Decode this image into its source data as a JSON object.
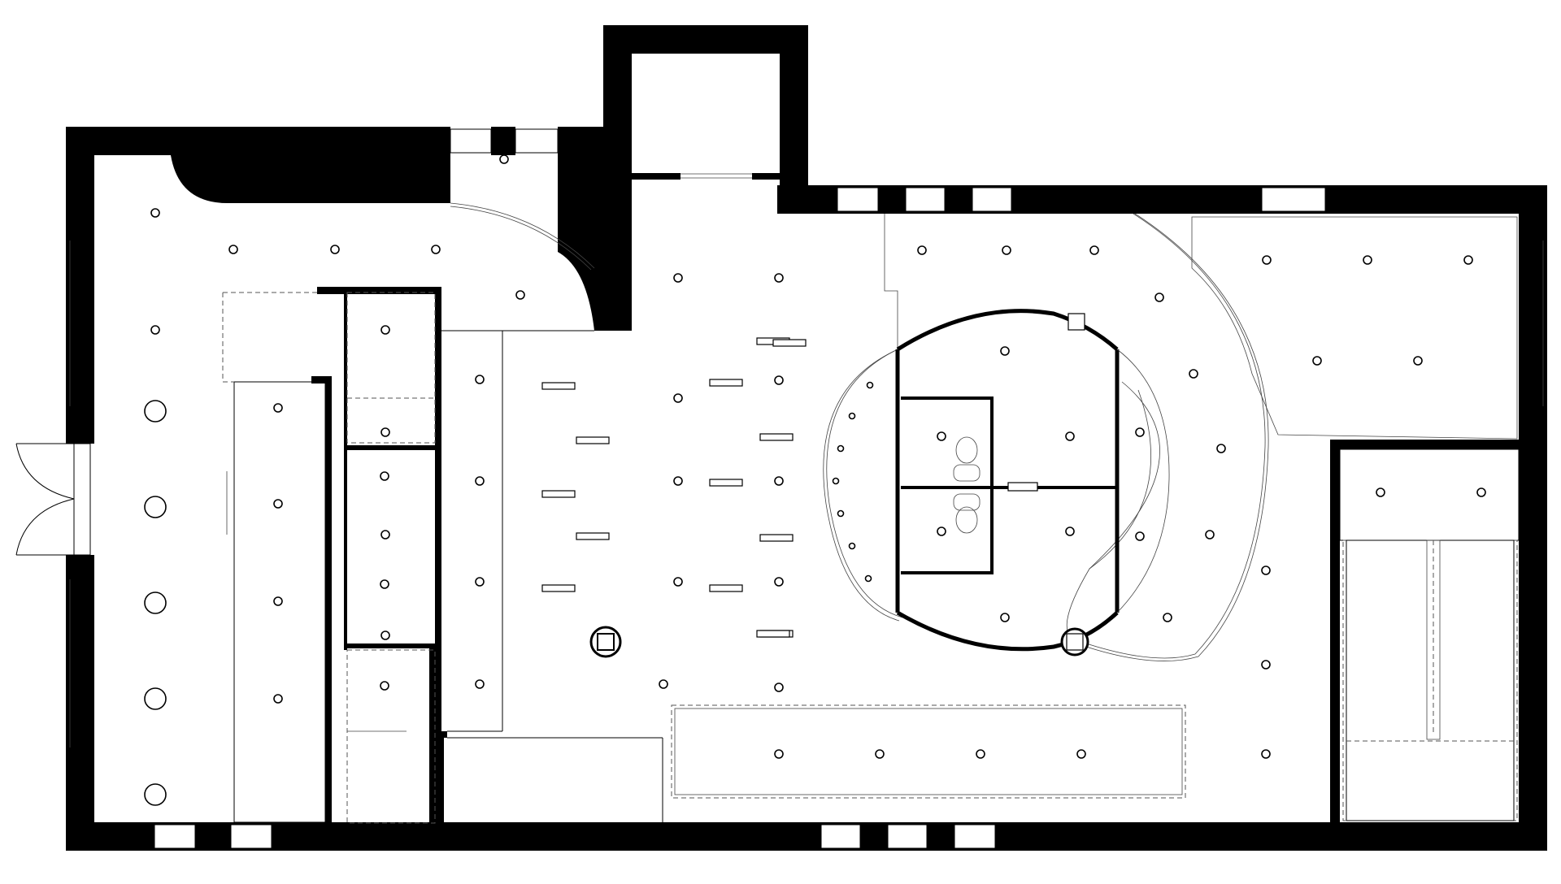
{
  "drawing": {
    "kind": "reflected-ceiling-plan",
    "colors": {
      "wall": "#000000",
      "background": "#ffffff",
      "line": "#000000",
      "hairline": "#444444"
    },
    "counts": {
      "downlights": 66,
      "pendant_lights": 5,
      "linear_lights": 14,
      "windows": 13,
      "doors": 1
    }
  }
}
